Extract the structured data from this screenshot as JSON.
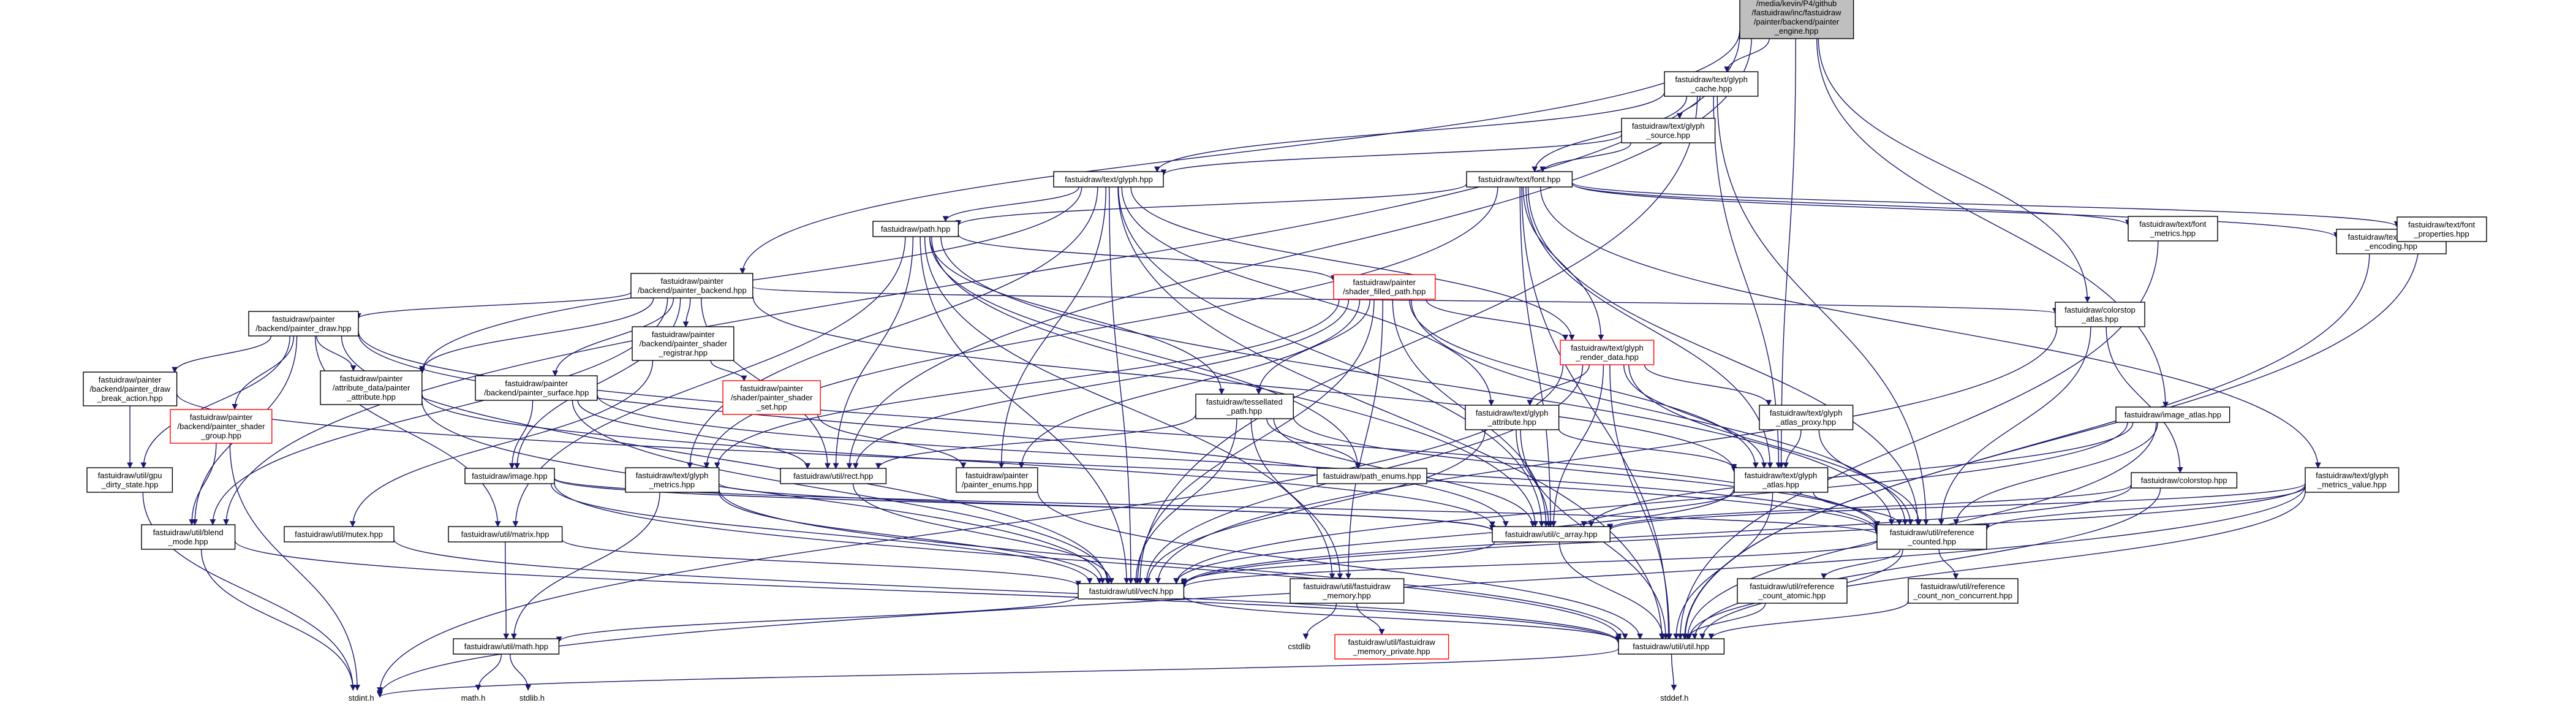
{
  "colors": {
    "edge": "#191970",
    "node_border": "#000000",
    "node_border_external": "#ff0000",
    "root_fill": "#bfbfbf",
    "node_fill": "#ffffff",
    "text": "#000000"
  },
  "nodes": [
    {
      "id": "root",
      "lines": [
        "/media/kevin/P4/github",
        "/fastuidraw/inc/fastuidraw",
        "/painter/backend/painter",
        "_engine.hpp"
      ],
      "root": true
    },
    {
      "id": "glyph_cache",
      "lines": [
        "fastuidraw/text/glyph",
        "_cache.hpp"
      ]
    },
    {
      "id": "glyph_source",
      "lines": [
        "fastuidraw/text/glyph",
        "_source.hpp"
      ]
    },
    {
      "id": "text_font",
      "lines": [
        "fastuidraw/text/font.hpp"
      ]
    },
    {
      "id": "text_glyph",
      "lines": [
        "fastuidraw/text/glyph.hpp"
      ]
    },
    {
      "id": "path",
      "lines": [
        "fastuidraw/path.hpp"
      ]
    },
    {
      "id": "painter_backend",
      "lines": [
        "fastuidraw/painter",
        "/backend/painter_backend.hpp"
      ]
    },
    {
      "id": "shader_filled",
      "lines": [
        "fastuidraw/painter",
        "/shader_filled_path.hpp"
      ],
      "red": true
    },
    {
      "id": "font_metrics",
      "lines": [
        "fastuidraw/text/font",
        "_metrics.hpp"
      ]
    },
    {
      "id": "char_encoding",
      "lines": [
        "fastuidraw/text/character",
        "_encoding.hpp"
      ]
    },
    {
      "id": "font_properties",
      "lines": [
        "fastuidraw/text/font",
        "_properties.hpp"
      ]
    },
    {
      "id": "painter_draw",
      "lines": [
        "fastuidraw/painter",
        "/backend/painter_draw.hpp"
      ]
    },
    {
      "id": "shader_registrar",
      "lines": [
        "fastuidraw/painter",
        "/backend/painter_shader",
        "_registrar.hpp"
      ]
    },
    {
      "id": "glyph_render_data",
      "lines": [
        "fastuidraw/text/glyph",
        "_render_data.hpp"
      ],
      "red": true
    },
    {
      "id": "colorstop_atlas",
      "lines": [
        "fastuidraw/colorstop",
        "_atlas.hpp"
      ]
    },
    {
      "id": "painter_shader_set",
      "lines": [
        "fastuidraw/painter",
        "/shader/painter_shader",
        "_set.hpp"
      ],
      "red": true
    },
    {
      "id": "tessellated_path",
      "lines": [
        "fastuidraw/tessellated",
        "_path.hpp"
      ]
    },
    {
      "id": "glyph_attribute",
      "lines": [
        "fastuidraw/text/glyph",
        "_attribute.hpp"
      ]
    },
    {
      "id": "glyph_atlas_proxy",
      "lines": [
        "fastuidraw/text/glyph",
        "_atlas_proxy.hpp"
      ]
    },
    {
      "id": "image_atlas",
      "lines": [
        "fastuidraw/image_atlas.hpp"
      ]
    },
    {
      "id": "painter_draw_break",
      "lines": [
        "fastuidraw/painter",
        "/backend/painter_draw",
        "_break_action.hpp"
      ]
    },
    {
      "id": "attribute_data",
      "lines": [
        "fastuidraw/painter",
        "/attribute_data/painter",
        "_attribute.hpp"
      ]
    },
    {
      "id": "painter_surface",
      "lines": [
        "fastuidraw/painter",
        "/backend/painter_surface.hpp"
      ]
    },
    {
      "id": "shader_group",
      "lines": [
        "fastuidraw/painter",
        "/backend/painter_shader",
        "_group.hpp"
      ],
      "red": true
    },
    {
      "id": "image",
      "lines": [
        "fastuidraw/image.hpp"
      ]
    },
    {
      "id": "glyph_metrics",
      "lines": [
        "fastuidraw/text/glyph",
        "_metrics.hpp"
      ]
    },
    {
      "id": "rect",
      "lines": [
        "fastuidraw/util/rect.hpp"
      ]
    },
    {
      "id": "painter_enums",
      "lines": [
        "fastuidraw/painter",
        "/painter_enums.hpp"
      ]
    },
    {
      "id": "path_enums",
      "lines": [
        "fastuidraw/path_enums.hpp"
      ]
    },
    {
      "id": "glyph_atlas",
      "lines": [
        "fastuidraw/text/glyph",
        "_atlas.hpp"
      ]
    },
    {
      "id": "colorstop",
      "lines": [
        "fastuidraw/colorstop.hpp"
      ]
    },
    {
      "id": "glyph_metrics_value",
      "lines": [
        "fastuidraw/text/glyph",
        "_metrics_value.hpp"
      ]
    },
    {
      "id": "gpu_dirty",
      "lines": [
        "fastuidraw/util/gpu",
        "_dirty_state.hpp"
      ]
    },
    {
      "id": "mutex",
      "lines": [
        "fastuidraw/util/mutex.hpp"
      ]
    },
    {
      "id": "matrix",
      "lines": [
        "fastuidraw/util/matrix.hpp"
      ]
    },
    {
      "id": "c_array",
      "lines": [
        "fastuidraw/util/c_array.hpp"
      ]
    },
    {
      "id": "ref_counted",
      "lines": [
        "fastuidraw/util/reference",
        "_counted.hpp"
      ]
    },
    {
      "id": "blend_mode",
      "lines": [
        "fastuidraw/util/blend",
        "_mode.hpp"
      ]
    },
    {
      "id": "vecN",
      "lines": [
        "fastuidraw/util/vecN.hpp"
      ]
    },
    {
      "id": "fastuidraw_memory",
      "lines": [
        "fastuidraw/util/fastuidraw",
        "_memory.hpp"
      ]
    },
    {
      "id": "ref_atomic",
      "lines": [
        "fastuidraw/util/reference",
        "_count_atomic.hpp"
      ]
    },
    {
      "id": "ref_non_concurrent",
      "lines": [
        "fastuidraw/util/reference",
        "_count_non_concurrent.hpp"
      ]
    },
    {
      "id": "math",
      "lines": [
        "fastuidraw/util/math.hpp"
      ]
    },
    {
      "id": "cstdlib",
      "lines": [
        "cstdlib"
      ],
      "plain": true
    },
    {
      "id": "memory_private",
      "lines": [
        "fastuidraw/util/fastuidraw",
        "_memory_private.hpp"
      ],
      "red": true
    },
    {
      "id": "util",
      "lines": [
        "fastuidraw/util/util.hpp"
      ]
    },
    {
      "id": "stdint",
      "lines": [
        "stdint.h"
      ],
      "plain": true
    },
    {
      "id": "math_h",
      "lines": [
        "math.h"
      ],
      "plain": true
    },
    {
      "id": "stdlib_h",
      "lines": [
        "stdlib.h"
      ],
      "plain": true
    },
    {
      "id": "stddef",
      "lines": [
        "stddef.h"
      ],
      "plain": true
    }
  ],
  "edges": [
    [
      "root",
      "glyph_cache"
    ],
    [
      "root",
      "painter_backend"
    ],
    [
      "root",
      "colorstop_atlas"
    ],
    [
      "root",
      "image_atlas"
    ],
    [
      "root",
      "glyph_atlas"
    ],
    [
      "root",
      "blend_mode"
    ],
    [
      "root",
      "rect"
    ],
    [
      "glyph_cache",
      "glyph_source"
    ],
    [
      "glyph_cache",
      "text_font"
    ],
    [
      "glyph_cache",
      "text_glyph"
    ],
    [
      "glyph_cache",
      "glyph_atlas"
    ],
    [
      "glyph_cache",
      "ref_counted"
    ],
    [
      "glyph_cache",
      "vecN"
    ],
    [
      "glyph_source",
      "text_glyph"
    ],
    [
      "glyph_source",
      "text_font"
    ],
    [
      "text_font",
      "path"
    ],
    [
      "text_font",
      "font_metrics"
    ],
    [
      "text_font",
      "char_encoding"
    ],
    [
      "text_font",
      "font_properties"
    ],
    [
      "text_font",
      "glyph_render_data"
    ],
    [
      "text_font",
      "glyph_atlas"
    ],
    [
      "text_font",
      "ref_counted"
    ],
    [
      "text_font",
      "c_array"
    ],
    [
      "text_font",
      "glyph_metrics_value"
    ],
    [
      "text_font",
      "util"
    ],
    [
      "text_font",
      "glyph_metrics"
    ],
    [
      "text_glyph",
      "path"
    ],
    [
      "text_glyph",
      "glyph_render_data"
    ],
    [
      "text_glyph",
      "glyph_attribute"
    ],
    [
      "text_glyph",
      "glyph_metrics"
    ],
    [
      "text_glyph",
      "painter_enums"
    ],
    [
      "text_glyph",
      "util"
    ],
    [
      "text_glyph",
      "c_array"
    ],
    [
      "text_glyph",
      "vecN"
    ],
    [
      "text_glyph",
      "attribute_data"
    ],
    [
      "path",
      "shader_filled"
    ],
    [
      "path",
      "tessellated_path"
    ],
    [
      "path",
      "rect"
    ],
    [
      "path",
      "path_enums"
    ],
    [
      "path",
      "vecN"
    ],
    [
      "path",
      "ref_counted"
    ],
    [
      "path",
      "c_array"
    ],
    [
      "path",
      "fastuidraw_memory"
    ],
    [
      "path",
      "matrix"
    ],
    [
      "painter_backend",
      "painter_draw"
    ],
    [
      "painter_backend",
      "shader_registrar"
    ],
    [
      "painter_backend",
      "painter_surface"
    ],
    [
      "painter_backend",
      "colorstop_atlas"
    ],
    [
      "painter_backend",
      "glyph_atlas"
    ],
    [
      "painter_backend",
      "image"
    ],
    [
      "painter_backend",
      "attribute_data"
    ],
    [
      "painter_backend",
      "blend_mode"
    ],
    [
      "painter_backend",
      "rect"
    ],
    [
      "shader_filled",
      "glyph_render_data"
    ],
    [
      "shader_filled",
      "painter_enums"
    ],
    [
      "shader_filled",
      "rect"
    ],
    [
      "shader_filled",
      "vecN"
    ],
    [
      "shader_filled",
      "c_array"
    ],
    [
      "shader_filled",
      "ref_counted"
    ],
    [
      "shader_filled",
      "fastuidraw_memory"
    ],
    [
      "shader_filled",
      "tessellated_path"
    ],
    [
      "shader_filled",
      "glyph_atlas"
    ],
    [
      "shader_filled",
      "glyph_metrics"
    ],
    [
      "shader_registrar",
      "painter_shader_set"
    ],
    [
      "shader_registrar",
      "mutex"
    ],
    [
      "painter_shader_set",
      "painter_enums"
    ],
    [
      "painter_draw",
      "painter_draw_break"
    ],
    [
      "painter_draw",
      "attribute_data"
    ],
    [
      "painter_draw",
      "shader_group"
    ],
    [
      "painter_draw",
      "gpu_dirty"
    ],
    [
      "painter_draw",
      "c_array"
    ],
    [
      "painter_draw",
      "vecN"
    ],
    [
      "painter_draw",
      "ref_counted"
    ],
    [
      "painter_draw",
      "blend_mode"
    ],
    [
      "painter_draw",
      "matrix"
    ],
    [
      "painter_draw_break",
      "gpu_dirty"
    ],
    [
      "painter_draw_break",
      "ref_counted"
    ],
    [
      "painter_surface",
      "image"
    ],
    [
      "painter_surface",
      "rect"
    ],
    [
      "painter_surface",
      "vecN"
    ],
    [
      "painter_surface",
      "ref_counted"
    ],
    [
      "shader_group",
      "blend_mode"
    ],
    [
      "shader_group",
      "stdint"
    ],
    [
      "glyph_render_data",
      "glyph_attribute"
    ],
    [
      "glyph_render_data",
      "glyph_atlas_proxy"
    ],
    [
      "glyph_render_data",
      "glyph_atlas"
    ],
    [
      "glyph_render_data",
      "c_array"
    ],
    [
      "glyph_render_data",
      "vecN"
    ],
    [
      "glyph_render_data",
      "util"
    ],
    [
      "glyph_render_data",
      "stdint"
    ],
    [
      "glyph_render_data",
      "ref_counted"
    ],
    [
      "glyph_attribute",
      "vecN"
    ],
    [
      "glyph_attribute",
      "c_array"
    ],
    [
      "glyph_attribute",
      "util"
    ],
    [
      "glyph_attribute",
      "glyph_atlas"
    ],
    [
      "glyph_atlas_proxy",
      "glyph_atlas"
    ],
    [
      "glyph_atlas_proxy",
      "ref_counted"
    ],
    [
      "tessellated_path",
      "rect"
    ],
    [
      "tessellated_path",
      "path_enums"
    ],
    [
      "tessellated_path",
      "c_array"
    ],
    [
      "tessellated_path",
      "vecN"
    ],
    [
      "tessellated_path",
      "ref_counted"
    ],
    [
      "tessellated_path",
      "fastuidraw_memory"
    ],
    [
      "colorstop_atlas",
      "colorstop"
    ],
    [
      "colorstop_atlas",
      "ref_counted"
    ],
    [
      "colorstop_atlas",
      "vecN"
    ],
    [
      "image_atlas",
      "c_array"
    ],
    [
      "image_atlas",
      "ref_counted"
    ],
    [
      "image_atlas",
      "vecN"
    ],
    [
      "image_atlas",
      "util"
    ],
    [
      "glyph_atlas",
      "c_array"
    ],
    [
      "glyph_atlas",
      "ref_counted"
    ],
    [
      "glyph_atlas",
      "util"
    ],
    [
      "glyph_atlas",
      "vecN"
    ],
    [
      "colorstop",
      "c_array"
    ],
    [
      "colorstop",
      "vecN"
    ],
    [
      "colorstop",
      "util"
    ],
    [
      "glyph_metrics_value",
      "c_array"
    ],
    [
      "glyph_metrics_value",
      "vecN"
    ],
    [
      "glyph_metrics_value",
      "util"
    ],
    [
      "glyph_metrics_value",
      "ref_counted"
    ],
    [
      "glyph_metrics_value",
      "stdint"
    ],
    [
      "glyph_metrics",
      "c_array"
    ],
    [
      "glyph_metrics",
      "vecN"
    ],
    [
      "glyph_metrics",
      "util"
    ],
    [
      "glyph_metrics",
      "math"
    ],
    [
      "image",
      "c_array"
    ],
    [
      "image",
      "vecN"
    ],
    [
      "image",
      "ref_counted"
    ],
    [
      "image",
      "util"
    ],
    [
      "attribute_data",
      "vecN"
    ],
    [
      "attribute_data",
      "c_array"
    ],
    [
      "rect",
      "vecN"
    ],
    [
      "painter_enums",
      "util"
    ],
    [
      "gpu_dirty",
      "stdint"
    ],
    [
      "mutex",
      "util"
    ],
    [
      "matrix",
      "vecN"
    ],
    [
      "matrix",
      "math"
    ],
    [
      "c_array",
      "util"
    ],
    [
      "c_array",
      "vecN"
    ],
    [
      "ref_counted",
      "ref_atomic"
    ],
    [
      "ref_counted",
      "ref_non_concurrent"
    ],
    [
      "ref_counted",
      "util"
    ],
    [
      "ref_counted",
      "vecN"
    ],
    [
      "ref_atomic",
      "util"
    ],
    [
      "ref_non_concurrent",
      "util"
    ],
    [
      "blend_mode",
      "stdint"
    ],
    [
      "blend_mode",
      "util"
    ],
    [
      "vecN",
      "util"
    ],
    [
      "vecN",
      "math"
    ],
    [
      "fastuidraw_memory",
      "cstdlib"
    ],
    [
      "fastuidraw_memory",
      "memory_private"
    ],
    [
      "math",
      "math_h"
    ],
    [
      "math",
      "stdlib_h"
    ],
    [
      "util",
      "stdint"
    ],
    [
      "util",
      "stddef"
    ],
    [
      "font_metrics",
      "util"
    ],
    [
      "font_properties",
      "util"
    ],
    [
      "char_encoding",
      "util"
    ]
  ]
}
